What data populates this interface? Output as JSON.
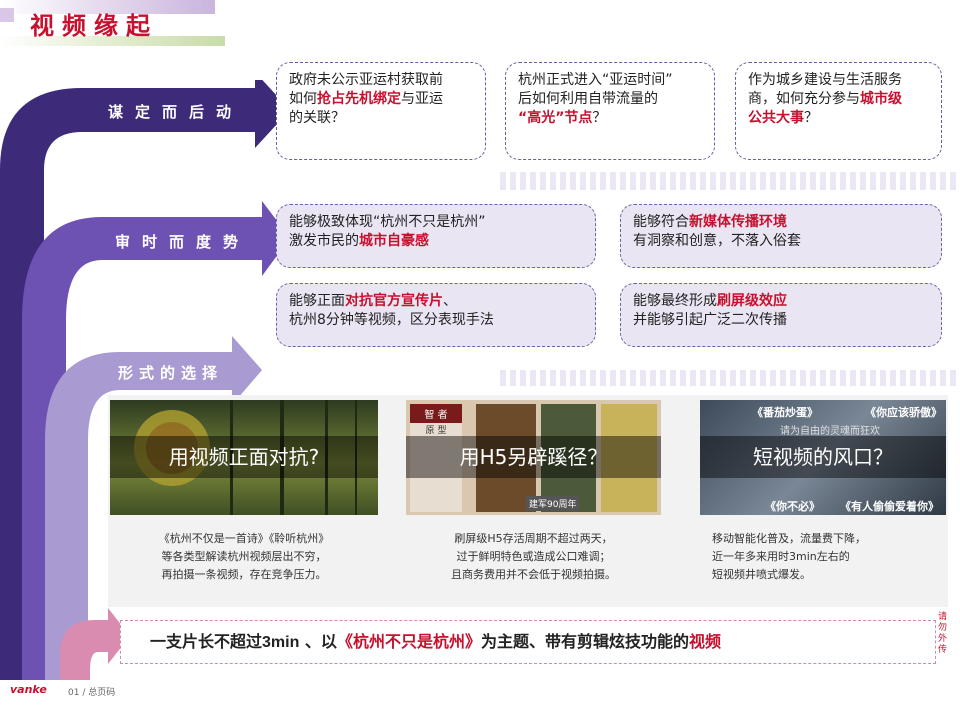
{
  "header": {
    "title": "视频缘起"
  },
  "sections": {
    "s1": {
      "label": "谋定而后动"
    },
    "s2": {
      "label": "审时而度势"
    },
    "s3": {
      "label": "形式的选择"
    }
  },
  "questions": [
    {
      "p1": "政府未公示亚运村获取前",
      "p2": "如何",
      "h1": "抢占先机绑定",
      "p3": "与亚运",
      "p4": "的关联？"
    },
    {
      "p1": "杭州正式进入“亚运时间”",
      "p2": "后如何利用自带流量的",
      "h1": "“高光”节点",
      "p3": "？"
    },
    {
      "p1": "作为城乡建设与生活服务",
      "p2": "商，如何充分参与",
      "h1": "城市级",
      "h2": "公共大事",
      "p3": "？"
    }
  ],
  "criteria": [
    {
      "p1": "能够极致体现“杭州不只是杭州”",
      "p2": "激发市民的",
      "h1": "城市自豪感"
    },
    {
      "p1": "能够符合",
      "h1": "新媒体传播环境",
      "p2": "有洞察和创意，不落入俗套"
    },
    {
      "p1": "能够正面",
      "h1": "对抗官方宣传片",
      "p2": "、",
      "p3": "杭州8分钟等视频，区分表现手法"
    },
    {
      "p1": "能够最终形成",
      "h1": "刷屏级效应",
      "p2": "并能够引起广泛二次传播"
    }
  ],
  "options": [
    {
      "caption": "用视频正面对抗?",
      "desc": [
        "《杭州不仅是一首诗》《聆听杭州》",
        "等各类型解读杭州视频层出不穷，",
        "再拍摄一条视频，存在竞争压力。"
      ]
    },
    {
      "caption": "用H5另辟蹊径？",
      "desc": [
        "刷屏级H5存活周期不超过两天，",
        "过于鲜明特色或造成公口难调；",
        "且商务费用并不会低于视频拍摄。"
      ],
      "tags": [
        "智",
        "者",
        "原",
        "型",
        "建军90周年"
      ]
    },
    {
      "caption": "短视频的风口？",
      "desc": [
        "移动智能化普及，流量费下降，",
        "近一年多来用时3min左右的",
        "短视频井喷式爆发。"
      ],
      "tags": [
        "《番茄炒蛋》",
        "《你应该骄傲》",
        "《你不必》",
        "《有人偷偷爱着你》",
        "请为自由的灵魂而狂欢"
      ]
    }
  ],
  "conclusion": {
    "p1": "一支片长不超过",
    "p2": "3min",
    "p3": " 、以",
    "h1": "《杭州不只是杭州》",
    "p4": "为主题、带有剪辑炫技功能的",
    "h2": "视频"
  },
  "footer": {
    "logo": "vanke",
    "page": "01 / 总页码"
  },
  "side_note": "请勿外传",
  "colors": {
    "accent": "#c8102e",
    "arrow_dark": "#3d2a78",
    "arrow_mid": "#6e52b3",
    "arrow_light": "#a99ad2"
  }
}
